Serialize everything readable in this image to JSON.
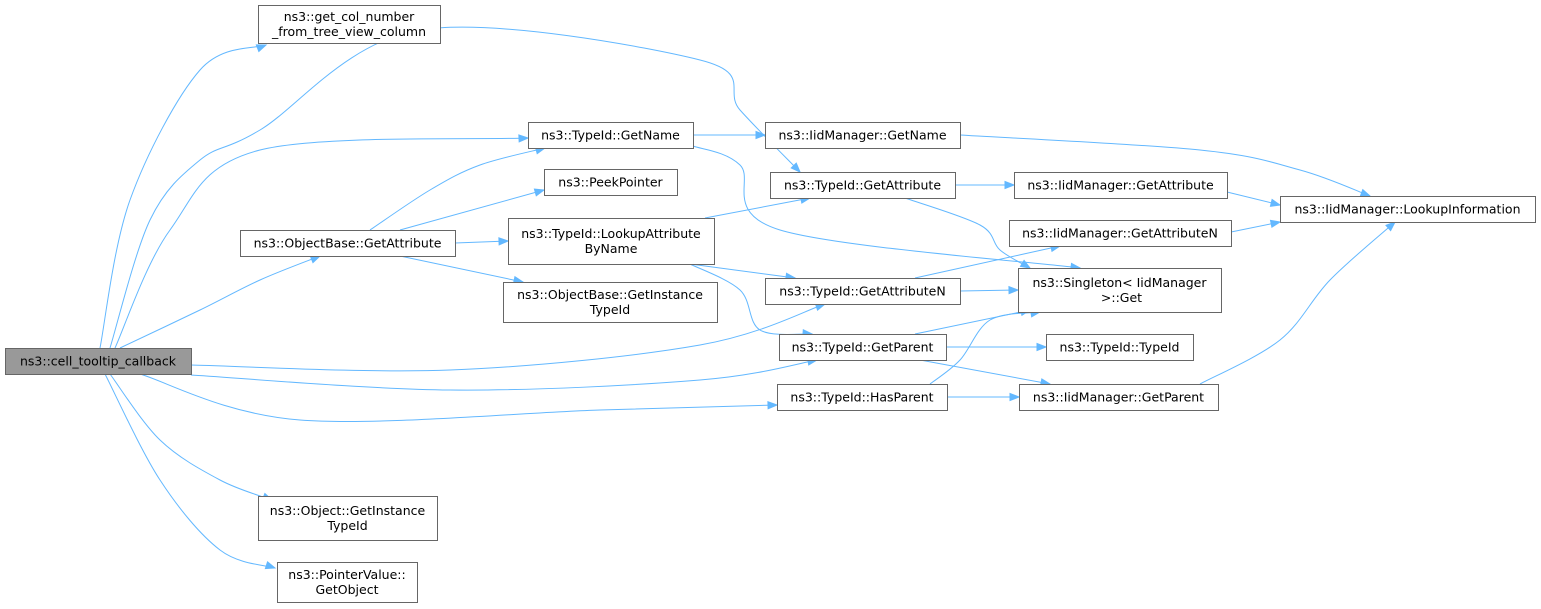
{
  "graph": {
    "colors": {
      "edge": "#63b8ff",
      "node_border": "#666666",
      "root_fill": "#999999",
      "node_fill": "#ffffff"
    },
    "nodes": [
      {
        "id": "n0",
        "lines": [
          "ns3::cell_tooltip_callback"
        ],
        "root": true
      },
      {
        "id": "n1",
        "lines": [
          "ns3::get_col_number",
          "_from_tree_view_column"
        ]
      },
      {
        "id": "n2",
        "lines": [
          "ns3::TypeId::GetName"
        ]
      },
      {
        "id": "n3",
        "lines": [
          "ns3::IidManager::GetName"
        ]
      },
      {
        "id": "n4",
        "lines": [
          "ns3::PeekPointer"
        ]
      },
      {
        "id": "n5",
        "lines": [
          "ns3::TypeId::GetAttribute"
        ]
      },
      {
        "id": "n6",
        "lines": [
          "ns3::IidManager::GetAttribute"
        ]
      },
      {
        "id": "n7",
        "lines": [
          "ns3::IidManager::LookupInformation"
        ]
      },
      {
        "id": "n8",
        "lines": [
          "ns3::ObjectBase::GetAttribute"
        ]
      },
      {
        "id": "n9",
        "lines": [
          "ns3::TypeId::LookupAttribute",
          "ByName"
        ]
      },
      {
        "id": "n10",
        "lines": [
          "ns3::IidManager::GetAttributeN"
        ]
      },
      {
        "id": "n11",
        "lines": [
          "ns3::TypeId::GetAttributeN"
        ]
      },
      {
        "id": "n12",
        "lines": [
          "ns3::Singleton< IidManager",
          " >::Get"
        ]
      },
      {
        "id": "n13",
        "lines": [
          "ns3::ObjectBase::GetInstance",
          "TypeId"
        ]
      },
      {
        "id": "n14",
        "lines": [
          "ns3::TypeId::GetParent"
        ]
      },
      {
        "id": "n15",
        "lines": [
          "ns3::TypeId::TypeId"
        ]
      },
      {
        "id": "n16",
        "lines": [
          "ns3::TypeId::HasParent"
        ]
      },
      {
        "id": "n17",
        "lines": [
          "ns3::IidManager::GetParent"
        ]
      },
      {
        "id": "n18",
        "lines": [
          "ns3::Object::GetInstance",
          "TypeId"
        ]
      },
      {
        "id": "n19",
        "lines": [
          "ns3::PointerValue::",
          "GetObject"
        ]
      }
    ],
    "edges": [
      [
        "n0",
        "n1"
      ],
      [
        "n0",
        "n5"
      ],
      [
        "n0",
        "n2"
      ],
      [
        "n0",
        "n8"
      ],
      [
        "n0",
        "n11"
      ],
      [
        "n0",
        "n14"
      ],
      [
        "n0",
        "n16"
      ],
      [
        "n0",
        "n18"
      ],
      [
        "n0",
        "n19"
      ],
      [
        "n2",
        "n3"
      ],
      [
        "n2",
        "n12"
      ],
      [
        "n3",
        "n7"
      ],
      [
        "n8",
        "n2"
      ],
      [
        "n8",
        "n4"
      ],
      [
        "n8",
        "n9"
      ],
      [
        "n8",
        "n13"
      ],
      [
        "n9",
        "n5"
      ],
      [
        "n9",
        "n11"
      ],
      [
        "n9",
        "n14"
      ],
      [
        "n5",
        "n6"
      ],
      [
        "n5",
        "n12"
      ],
      [
        "n6",
        "n7"
      ],
      [
        "n11",
        "n10"
      ],
      [
        "n11",
        "n12"
      ],
      [
        "n10",
        "n7"
      ],
      [
        "n14",
        "n12"
      ],
      [
        "n14",
        "n15"
      ],
      [
        "n14",
        "n17"
      ],
      [
        "n16",
        "n12"
      ],
      [
        "n16",
        "n17"
      ],
      [
        "n17",
        "n7"
      ]
    ]
  }
}
